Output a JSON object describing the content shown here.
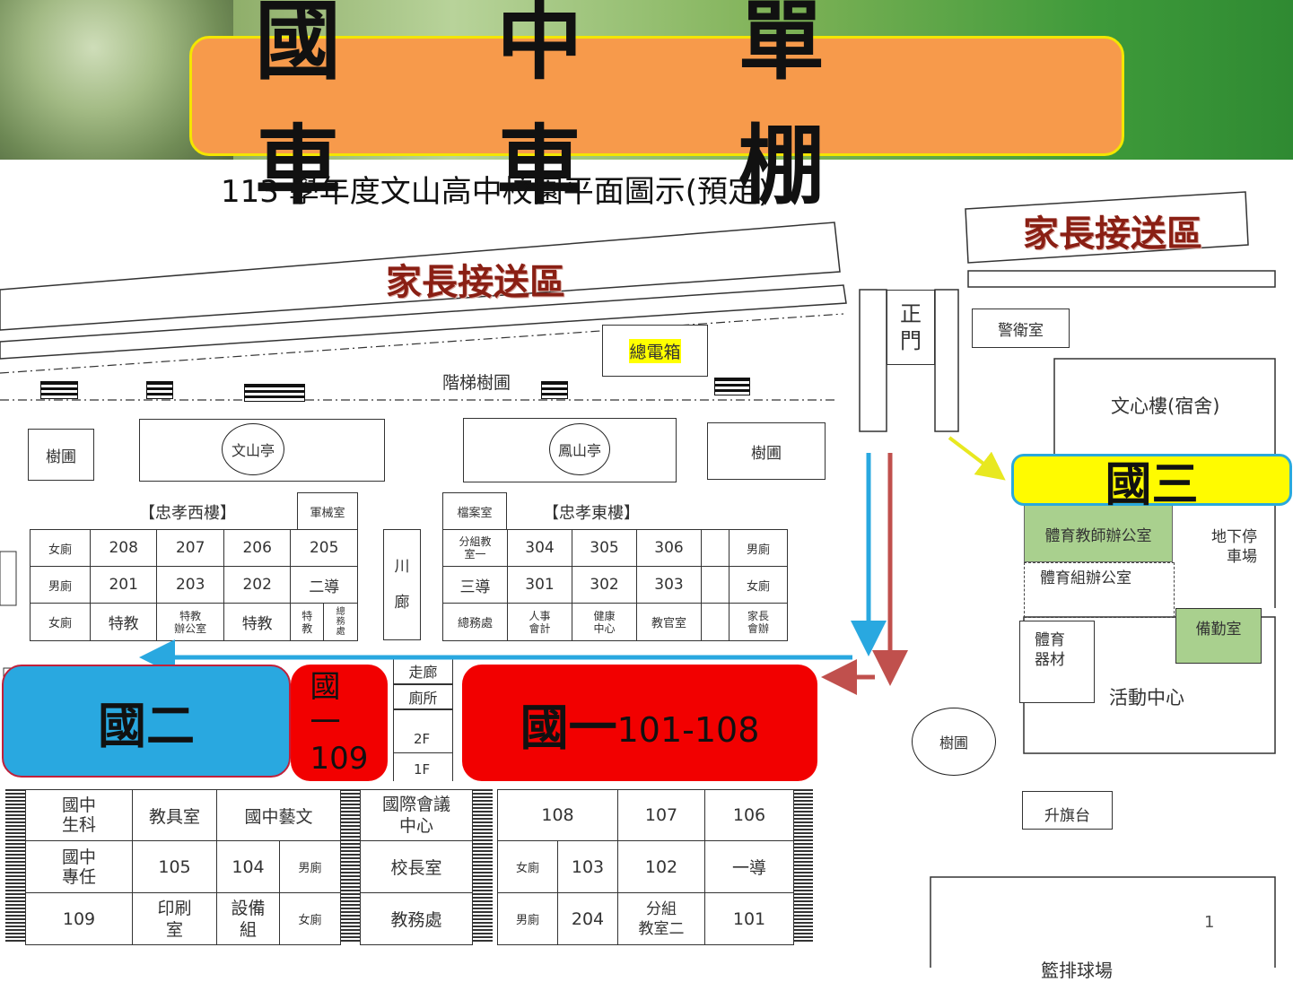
{
  "banner": {
    "title": "國 中 單 車 車 棚"
  },
  "plan": {
    "title": "113 學年度文山高中校園平面圖示(預定)",
    "pickup_left": "家長接送區",
    "pickup_right": "家長接送區",
    "power_box": "總電箱",
    "stair_garden": "階梯樹圃",
    "main_gate": "正\n門",
    "guard_room": "警衛室",
    "dorm": "文心樓(宿舍)",
    "garden_left": "樹圃",
    "garden_right": "樹圃",
    "garden_circle": "樹圃",
    "pavilion_wenshan": "文山亭",
    "pavilion_fengshan": "鳳山亭",
    "west_building": "【忠孝西樓】",
    "east_building": "【忠孝東樓】",
    "equipment_room": "軍械室",
    "archive_room": "檔案室",
    "corridor": "川\n\n廊",
    "pe_office": "體育教師辦公室",
    "pe_group": "體育組辦公室",
    "underground_parking": "地下停\n車場",
    "duty_room": "備勤室",
    "pe_equipment": "體育\n器材",
    "activity_center": "活動中心",
    "flag_platform": "升旗台",
    "court_number": "1",
    "court_label": "籃排球場",
    "mid_hall": "走廊",
    "mid_toilet": "廁所",
    "floor_2f": "2F",
    "floor_1f": "1F",
    "west_rows": [
      [
        "女廁",
        "208",
        "207",
        "206",
        "205"
      ],
      [
        "男廁",
        "201",
        "203",
        "202",
        "二導"
      ],
      [
        "女廁",
        "特教",
        "特教\n辦公室",
        "特教",
        "特\n教",
        "總\n務\n處"
      ]
    ],
    "east_rows": [
      [
        "分組教\n室一",
        "304",
        "305",
        "306",
        "",
        "男廁"
      ],
      [
        "三導",
        "301",
        "302",
        "303",
        "",
        "女廁"
      ],
      [
        "總務處",
        "人事\n會計",
        "健康\n中心",
        "教官室",
        "",
        "家長\n會辦"
      ]
    ],
    "bottom_left": [
      [
        "國中\n生科",
        "教具室",
        "國中藝文"
      ],
      [
        "國中\n專任",
        "105",
        "104",
        "男廁"
      ],
      [
        "109",
        "印刷\n室",
        "設備\n組",
        "女廁"
      ]
    ],
    "bottom_mid": [
      "國際會議\n中心",
      "校長室",
      "教務處"
    ],
    "bottom_right": [
      [
        "108",
        "107",
        "106"
      ],
      [
        "女廁",
        "103",
        "102",
        "一導"
      ],
      [
        "男廁",
        "204",
        "分組\n教室二",
        "101"
      ]
    ]
  },
  "zones": {
    "grade9": "國二",
    "grade7_109": "國\n一\n109",
    "grade7_main": "國一",
    "grade7_range": "101-108",
    "grade8": "國三"
  },
  "colors": {
    "banner_box": "#f79a4b",
    "grade9_zone": "#29a8e0",
    "grade7_zone": "#f20000",
    "grade8_zone": "#fffb00",
    "arrow_blue": "#29a8e0",
    "arrow_red": "#c0504d",
    "arrow_yellow": "#e8e820",
    "pe_green": "#a9d08e"
  },
  "icons": [
    "staircase-icon",
    "arrow-down-icon",
    "arrow-left-icon",
    "arrow-diagonal-icon"
  ]
}
